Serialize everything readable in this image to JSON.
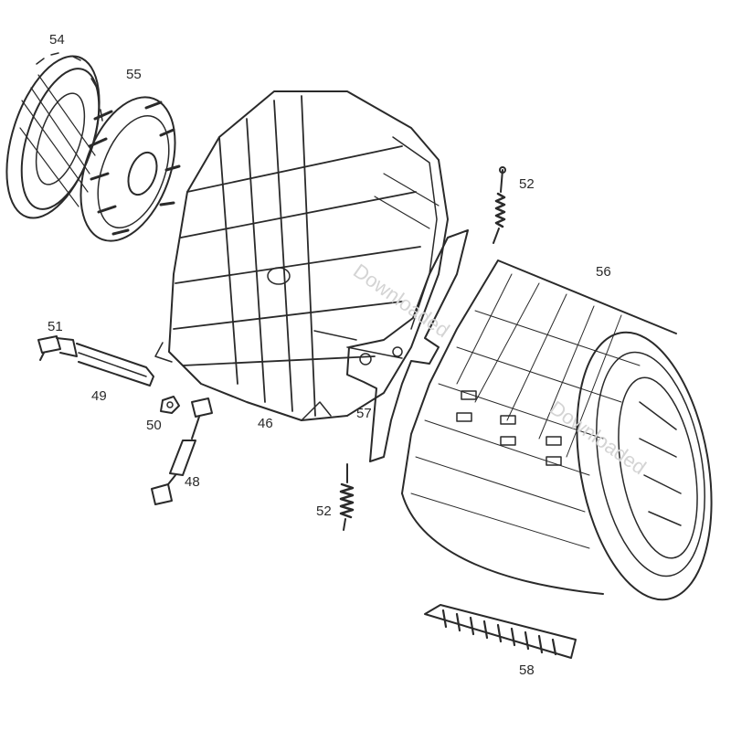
{
  "callouts": {
    "c54": "54",
    "c55": "55",
    "c52a": "52",
    "c56": "56",
    "c51": "51",
    "c49": "49",
    "c50": "50",
    "c46": "46",
    "c57": "57",
    "c48": "48",
    "c52b": "52",
    "c58": "58"
  },
  "watermark": {
    "line1": "Downloaded",
    "line2": "Downloaded"
  },
  "colors": {
    "ink": "#2a2a2a",
    "watermark": "#d4d4d4"
  }
}
